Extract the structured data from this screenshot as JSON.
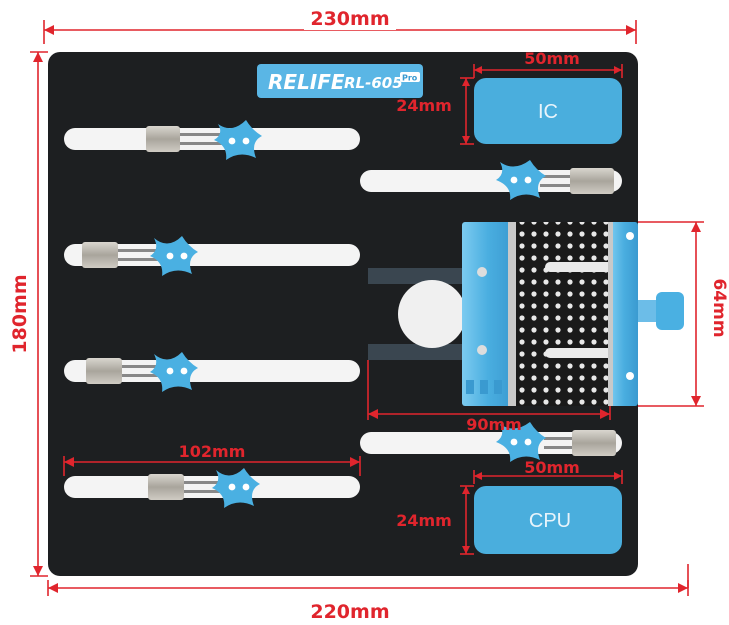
{
  "product": {
    "brand": "RELIFE",
    "model": "RL-605",
    "edition": "Pro"
  },
  "dimensions": {
    "top_width": "230mm",
    "bottom_width": "220mm",
    "height": "180mm",
    "ic_pad_width": "50mm",
    "ic_pad_height": "24mm",
    "cpu_pad_width": "50mm",
    "cpu_pad_height": "24mm",
    "clamp_width": "90mm",
    "clamp_height": "64mm",
    "rail_length": "102mm"
  },
  "pads": {
    "ic_label": "IC",
    "cpu_label": "CPU"
  },
  "colors": {
    "board": "#1d1f21",
    "accent_blue": "#4ab0e2",
    "dimension_red": "#e0252d",
    "rail_white": "#f4f4f4"
  }
}
